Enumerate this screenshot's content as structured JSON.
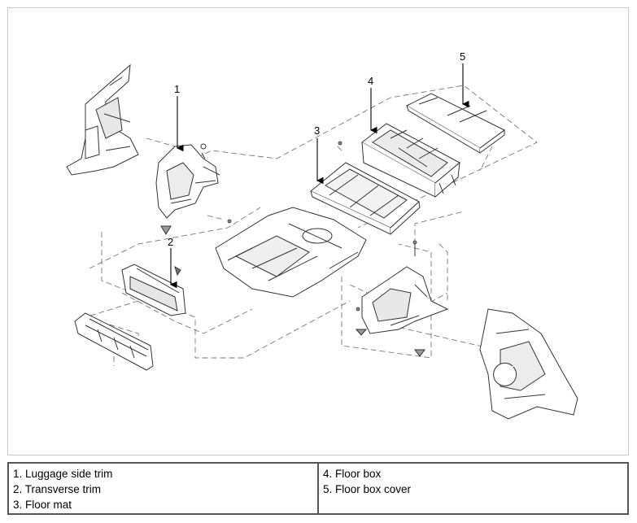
{
  "callouts": {
    "c1": "1",
    "c2": "2",
    "c3": "3",
    "c4": "4",
    "c5": "5"
  },
  "legend": {
    "left": [
      "1. Luggage side trim",
      "2. Transverse trim",
      "3. Floor mat"
    ],
    "right": [
      "4. Floor box",
      "5. Floor box cover"
    ]
  }
}
